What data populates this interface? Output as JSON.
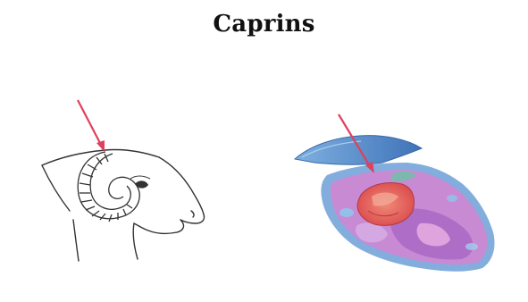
{
  "title": "Caprins",
  "colors": {
    "arrow": "#e0405c",
    "line_art": "#333333",
    "horn_blue": "#4f86c9",
    "tissue_pink": "#d98fcf",
    "tissue_purple": "#b777c9",
    "brain_red": "#e8655d"
  },
  "figures": [
    {
      "name": "ram-head-line-drawing-figure"
    },
    {
      "name": "ram-head-stained-section-figure"
    }
  ]
}
